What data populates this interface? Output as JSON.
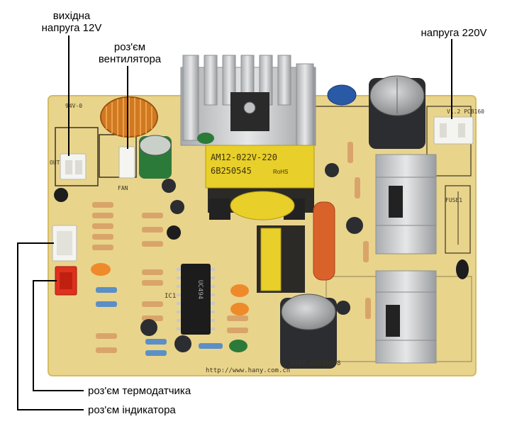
{
  "labels": {
    "output_voltage": {
      "line1": "вихідна",
      "line2": "напруга 12V"
    },
    "fan_connector": {
      "line1": "роз'єм",
      "line2": "вентилятора"
    },
    "mains_voltage": "напруга 220V",
    "thermo_connector": "роз'єм термодатчика",
    "indicator_connector": "роз'єм індикатора"
  },
  "board_markings": {
    "model": "AM12-022V-220",
    "batch": "6B250545",
    "rohs": "RoHS",
    "ic": "UC494",
    "website": "http://www.hany.com.cn",
    "phone": "0757-83635808",
    "rev": "V1.2 PCB160",
    "fuse": "FUSE1",
    "out": "OUT",
    "fan": "FAN",
    "rating": "94V-0",
    "ic_ref": "IC1"
  },
  "colors": {
    "pcb": "#e9d48c",
    "pcb_edge": "#d9c070",
    "heatsink": "#cfd1d3",
    "transformer": "#e8cf2a",
    "connector_white": "#f4f4f0",
    "connector_red": "#e0301e",
    "callout_line": "#000000"
  }
}
